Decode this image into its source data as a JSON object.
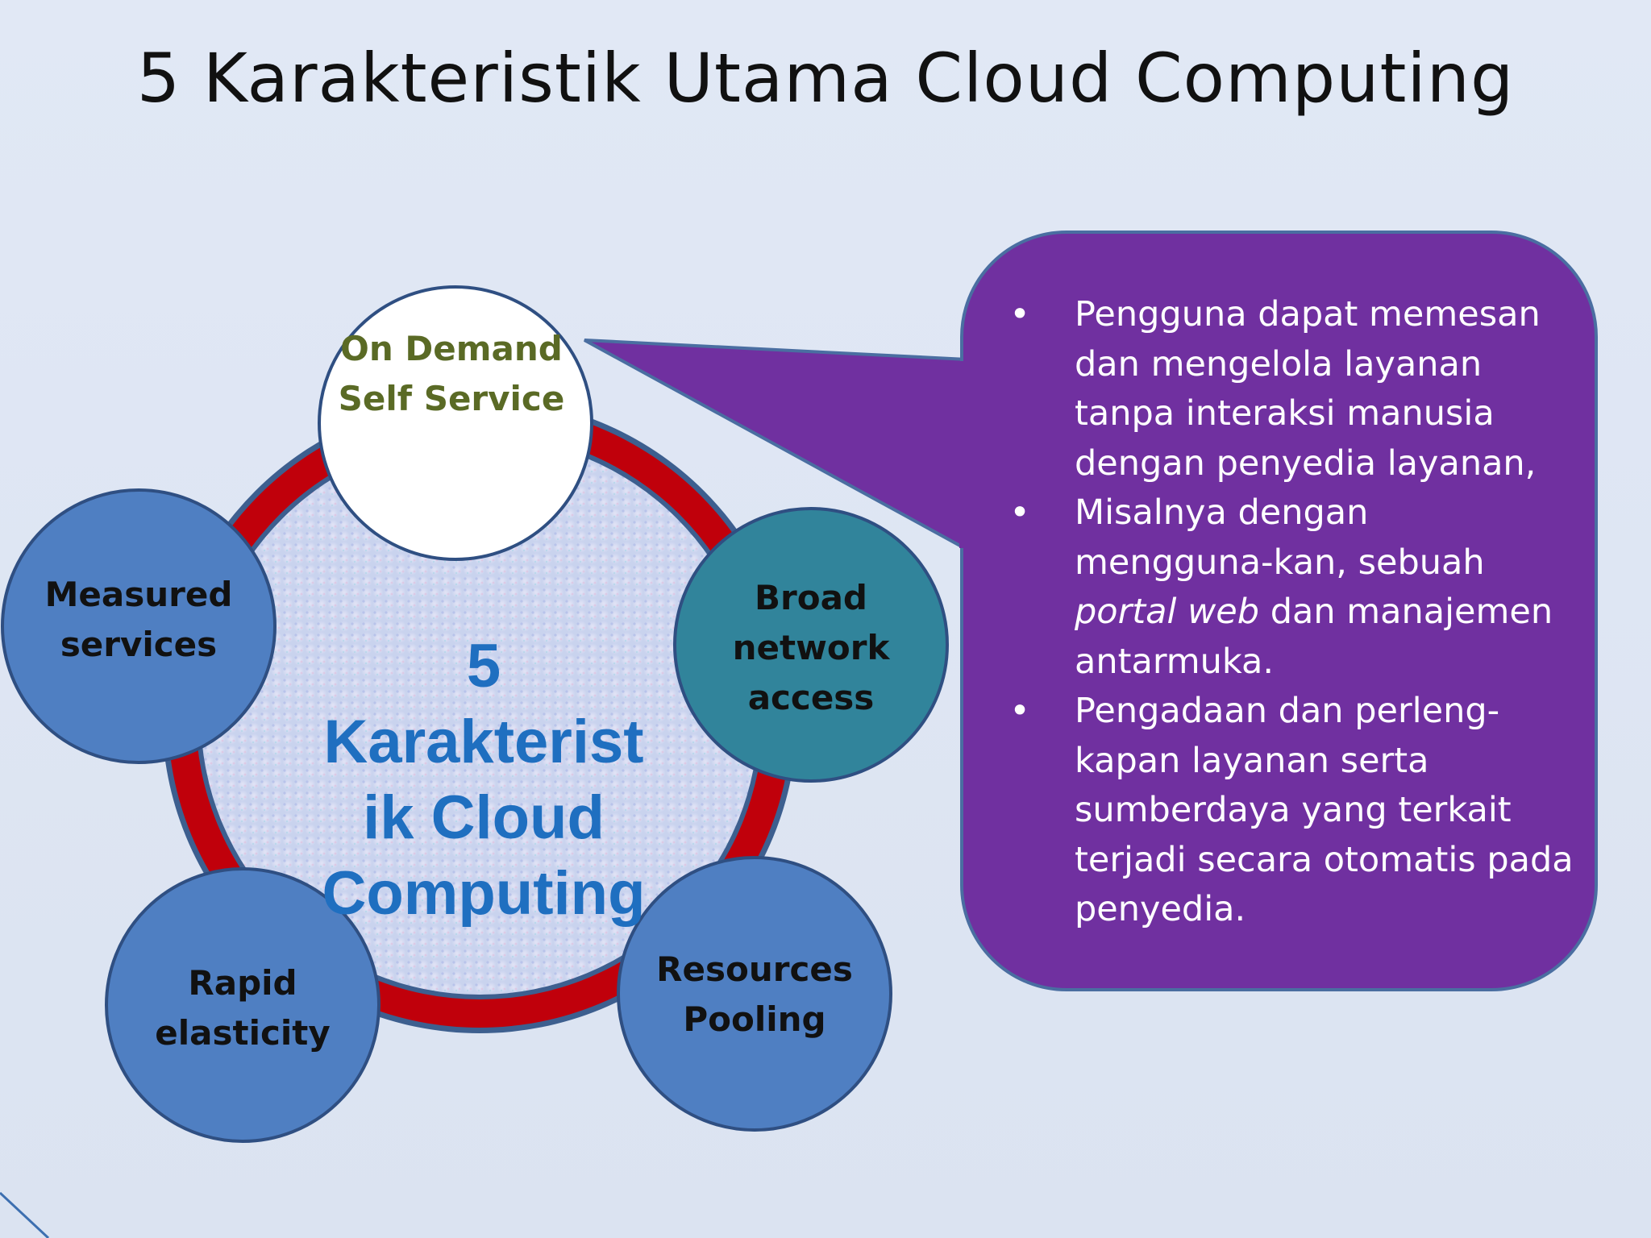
{
  "slide": {
    "title": "5 Karakteristik Utama Cloud Computing"
  },
  "diagram": {
    "center": {
      "lines": [
        "5",
        "Karakterist",
        "ik Cloud",
        "Computing"
      ]
    },
    "nodes": {
      "top": {
        "lines": [
          "On Demand",
          "Self  Service"
        ]
      },
      "right": {
        "lines": [
          "Broad",
          "network",
          "access"
        ]
      },
      "bottom_right": {
        "lines": [
          "Resources",
          "Pooling"
        ]
      },
      "bottom_left": {
        "lines": [
          "Rapid",
          "elasticity"
        ]
      },
      "left": {
        "lines": [
          "Measured",
          "services"
        ]
      }
    },
    "colors": {
      "ring": "#c0000b",
      "ring_border": "#3d5f8f",
      "node_blue": "#4f7fc2",
      "node_teal": "#31849b",
      "node_white": "#ffffff",
      "callout": "#7030a0",
      "center_text": "#1f6fc0",
      "top_node_text": "#5a6a25"
    }
  },
  "callout": {
    "bullet_symbol": "•",
    "bullets": [
      {
        "lines": [
          "Pengguna dapat memesan",
          "dan mengelola layanan",
          "tanpa interaksi manusia",
          "dengan penyedia layanan,"
        ]
      },
      {
        "lines": [
          "Misalnya dengan",
          "mengguna-kan,  sebuah"
        ],
        "italic_part": "portal web",
        "after_italic": " dan manajemen",
        "last_line": "antarmuka."
      },
      {
        "lines": [
          "Pengadaan dan perleng-",
          "kapan layanan serta",
          "sumberdaya yang terkait",
          "terjadi secara otomatis pada",
          "penyedia."
        ]
      }
    ]
  }
}
